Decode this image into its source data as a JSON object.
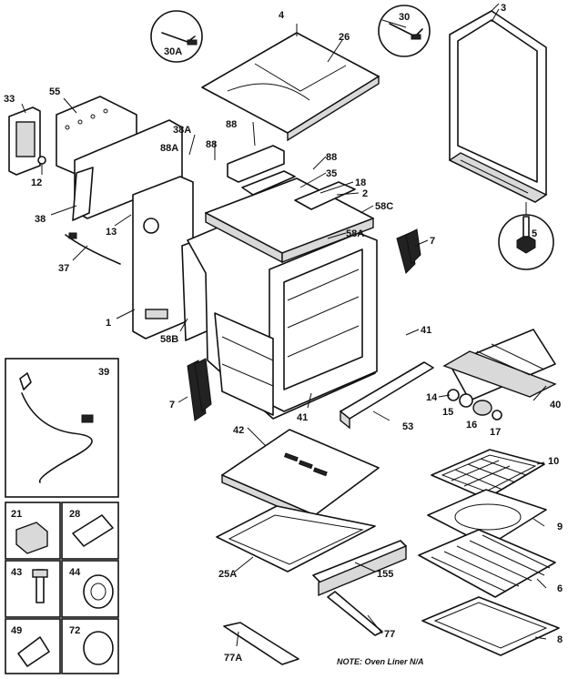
{
  "note": "NOTE: Oven Liner N/A",
  "callouts": {
    "c3": "3",
    "c4": "4",
    "c30": "30",
    "c30A": "30A",
    "c26": "26",
    "c33": "33",
    "c55": "55",
    "c12": "12",
    "c38": "38",
    "c13": "13",
    "c37": "37",
    "c1": "1",
    "c58B": "58B",
    "c88A": "88A",
    "c88_top": "88",
    "c38A": "38A",
    "c88_mid": "88",
    "c88_right": "88",
    "c35": "35",
    "c18": "18",
    "c2": "2",
    "c58C": "58C",
    "c58A": "58A",
    "c7_right": "7",
    "c5": "5",
    "c41_right": "41",
    "c7_left": "7",
    "c41_left": "41",
    "c40": "40",
    "c14": "14",
    "c15": "15",
    "c16": "16",
    "c17": "17",
    "c53": "53",
    "c42": "42",
    "c10": "10",
    "c9": "9",
    "c25A": "25A",
    "c155": "155",
    "c6": "6",
    "c77": "77",
    "c8": "8",
    "c77A": "77A",
    "c39": "39",
    "c21": "21",
    "c28": "28",
    "c43": "43",
    "c44": "44",
    "c49": "49",
    "c72": "72"
  }
}
